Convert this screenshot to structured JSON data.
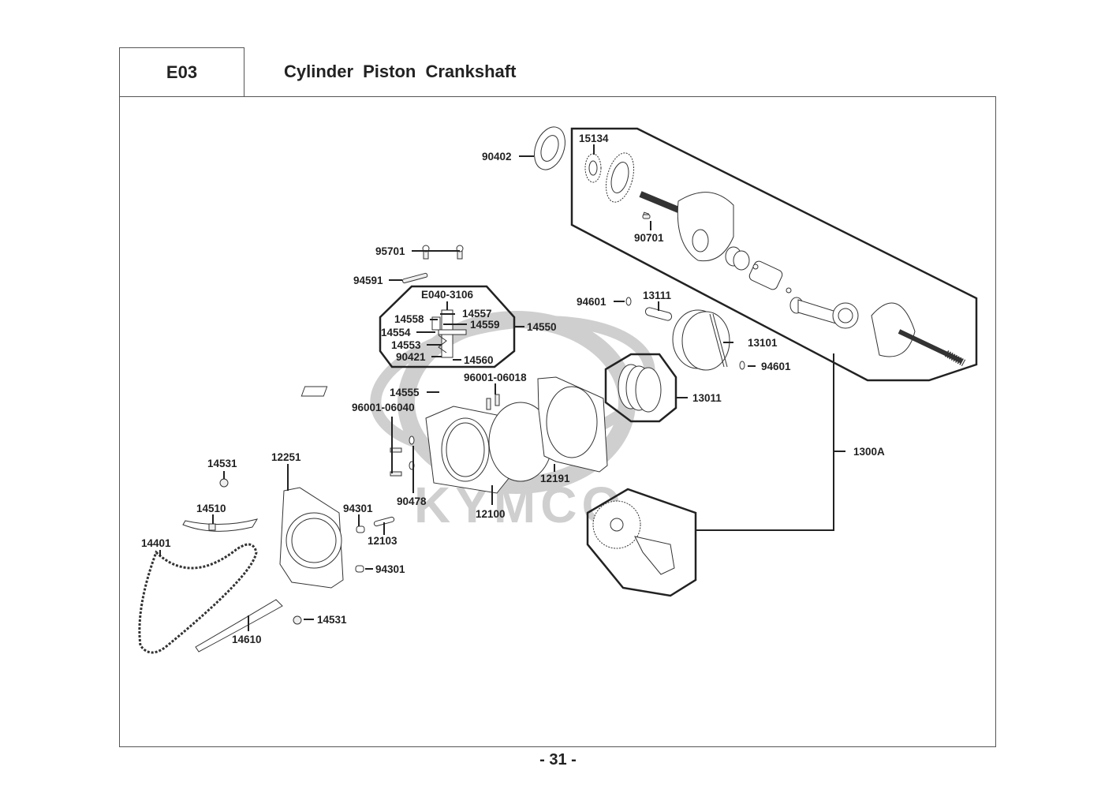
{
  "header": {
    "section_code": "E03",
    "title": "Cylinder  Piston  Crankshaft"
  },
  "watermark": "KYMCO",
  "footer": {
    "page_number": "- 31 -"
  },
  "parts": {
    "p90402": "90402",
    "p15134": "15134",
    "p90701": "90701",
    "p95701": "95701",
    "p94591": "94591",
    "pE040": "E040-3106",
    "p14557": "14557",
    "p14558": "14558",
    "p14559": "14559",
    "p14554": "14554",
    "p14550": "14550",
    "p14553": "14553",
    "p90421": "90421",
    "p14560": "14560",
    "p94601a": "94601",
    "p13111": "13111",
    "p13101": "13101",
    "p94601b": "94601",
    "p14555": "14555",
    "p96001_06018": "96001-06018",
    "p96001_06040": "96001-06040",
    "p13011": "13011",
    "p1300A": "1300A",
    "p14531a": "14531",
    "p12251": "12251",
    "p12191": "12191",
    "p90478": "90478",
    "p12100": "12100",
    "p14510": "14510",
    "p94301a": "94301",
    "p12103": "12103",
    "p14401": "14401",
    "p94301b": "94301",
    "p14531b": "14531",
    "p14610": "14610"
  }
}
